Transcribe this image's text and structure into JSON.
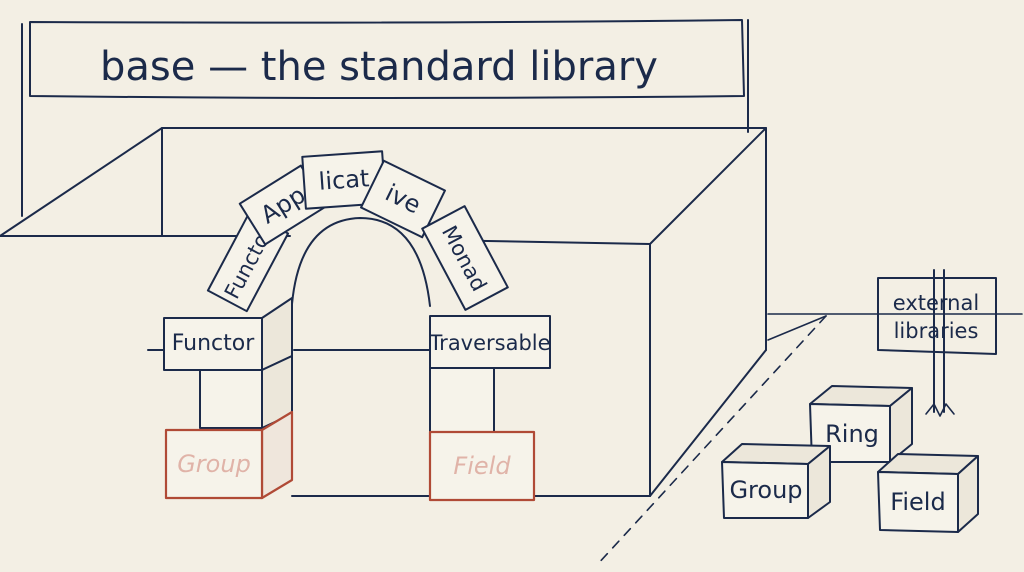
{
  "banner": {
    "title": "base — the standard library"
  },
  "arch": {
    "voussoirs": [
      "Functor",
      "App",
      "licat",
      "ive",
      "Monad"
    ],
    "left_pillar": {
      "top": "Functor",
      "base": "Group"
    },
    "right_pillar": {
      "top": "Traversable",
      "base": "Field"
    }
  },
  "external": {
    "sign": [
      "external",
      "libraries"
    ],
    "blocks": [
      "Ring",
      "Group",
      "Field"
    ]
  },
  "colors": {
    "ink": "#1b2a4a",
    "missing_block": "#b04a36",
    "background": "#f3efe4"
  }
}
